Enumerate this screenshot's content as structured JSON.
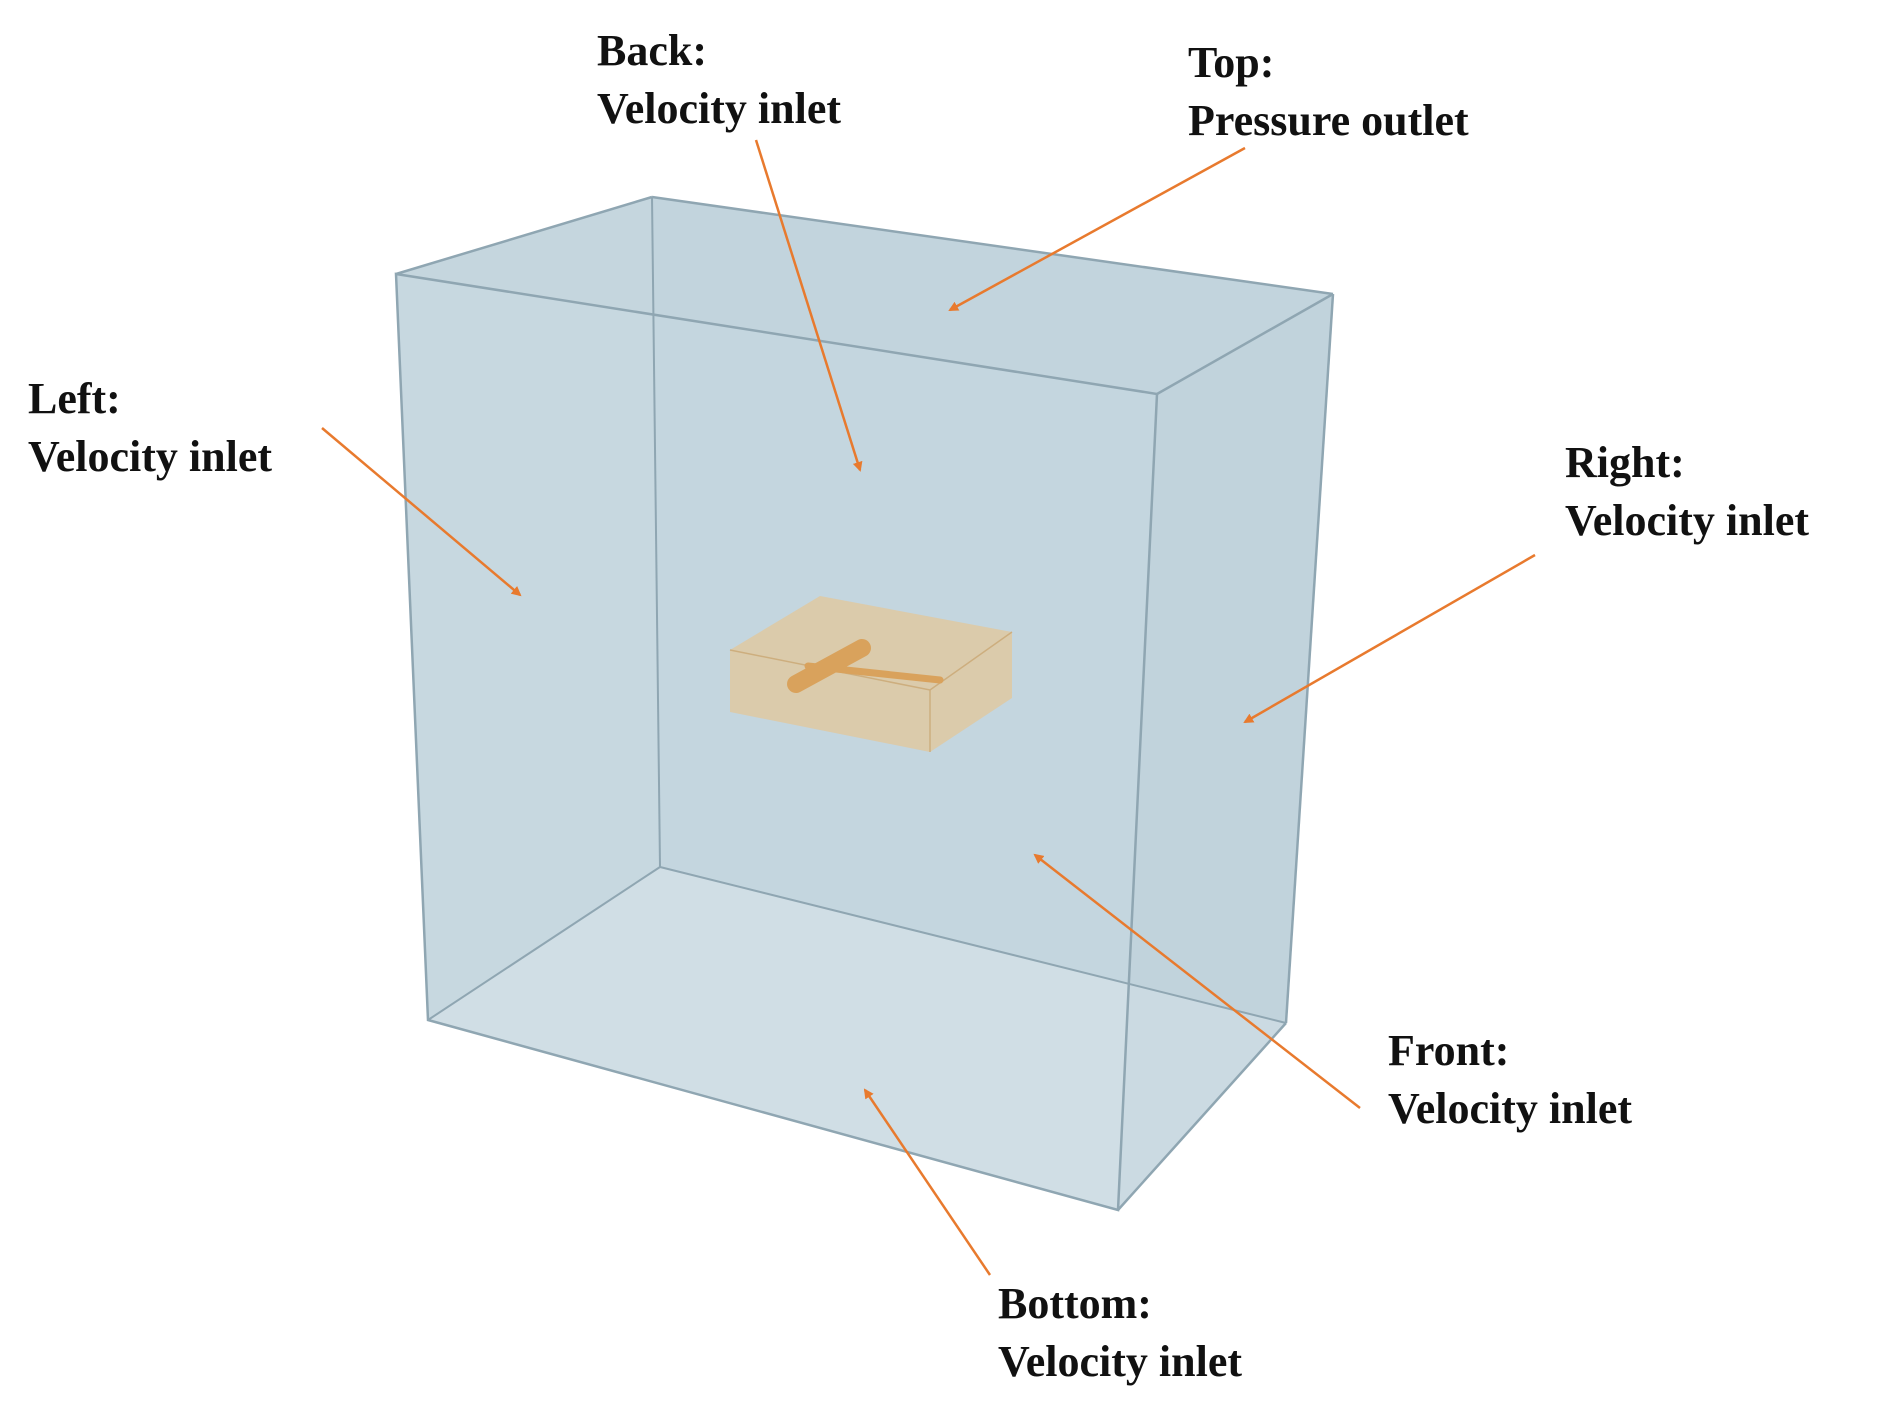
{
  "colors": {
    "arrow": "#E87A2E",
    "domain_fill": "#A9C3CF",
    "domain_edge": "#8FA6B2",
    "body_fill": "#E3C79A",
    "rod": "#D9A25C"
  },
  "boundaries": {
    "back": {
      "side": "Back:",
      "condition": "Velocity inlet"
    },
    "top": {
      "side": "Top:",
      "condition": "Pressure outlet"
    },
    "left": {
      "side": "Left:",
      "condition": "Velocity inlet"
    },
    "right": {
      "side": "Right:",
      "condition": "Velocity inlet"
    },
    "front": {
      "side": "Front:",
      "condition": "Velocity inlet"
    },
    "bottom": {
      "side": "Bottom:",
      "condition": "Velocity inlet"
    }
  }
}
